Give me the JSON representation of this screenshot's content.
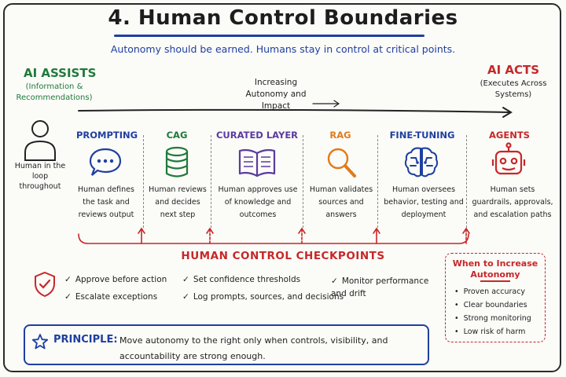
{
  "title": "4. Human Control Boundaries",
  "subtitle": "Autonomy should be earned. Humans stay in control at critical points.",
  "left_end": {
    "title": "AI ASSISTS",
    "subtitle": "(Information & Recommendations)"
  },
  "right_end": {
    "title": "AI ACTS",
    "subtitle": "(Executes Across Systems)"
  },
  "axis_label": "Increasing Autonomy and Impact",
  "human_label": "Human in the loop throughout",
  "stages": [
    {
      "title": "PROMPTING",
      "desc": "Human defines the task and reviews output",
      "color": "#1f3fa0",
      "icon": "chat-bubble-icon"
    },
    {
      "title": "CAG",
      "desc": "Human reviews and decides next step",
      "color": "#1f7a3a",
      "icon": "database-icon"
    },
    {
      "title": "CURATED LAYER",
      "desc": "Human approves use of knowledge and outcomes",
      "color": "#5b3aa0",
      "icon": "open-book-icon"
    },
    {
      "title": "RAG",
      "desc": "Human validates sources and answers",
      "color": "#e07b1a",
      "icon": "magnifier-icon"
    },
    {
      "title": "FINE-TUNING",
      "desc": "Human oversees behavior, testing and deployment",
      "color": "#1f3fa0",
      "icon": "brain-icon"
    },
    {
      "title": "AGENTS",
      "desc": "Human sets guardrails, approvals, and escalation paths",
      "color": "#c62828",
      "icon": "robot-icon"
    }
  ],
  "checkpoints": {
    "title": "HUMAN CONTROL CHECKPOINTS",
    "items": [
      "Approve before action",
      "Escalate exceptions",
      "Set confidence thresholds",
      "Log prompts, sources, and decisions",
      "Monitor performance and drift"
    ]
  },
  "when_to_increase": {
    "title": "When to Increase Autonomy",
    "items": [
      "Proven accuracy",
      "Clear boundaries",
      "Strong monitoring",
      "Low risk of harm"
    ]
  },
  "principle": {
    "label": "PRINCIPLE:",
    "text": "Move autonomy to the right only when controls, visibility, and accountability are strong enough."
  },
  "colors": {
    "blue": "#1f3fa0",
    "green": "#1f7a3a",
    "red": "#c62828",
    "purple": "#5b3aa0",
    "orange": "#e07b1a"
  }
}
